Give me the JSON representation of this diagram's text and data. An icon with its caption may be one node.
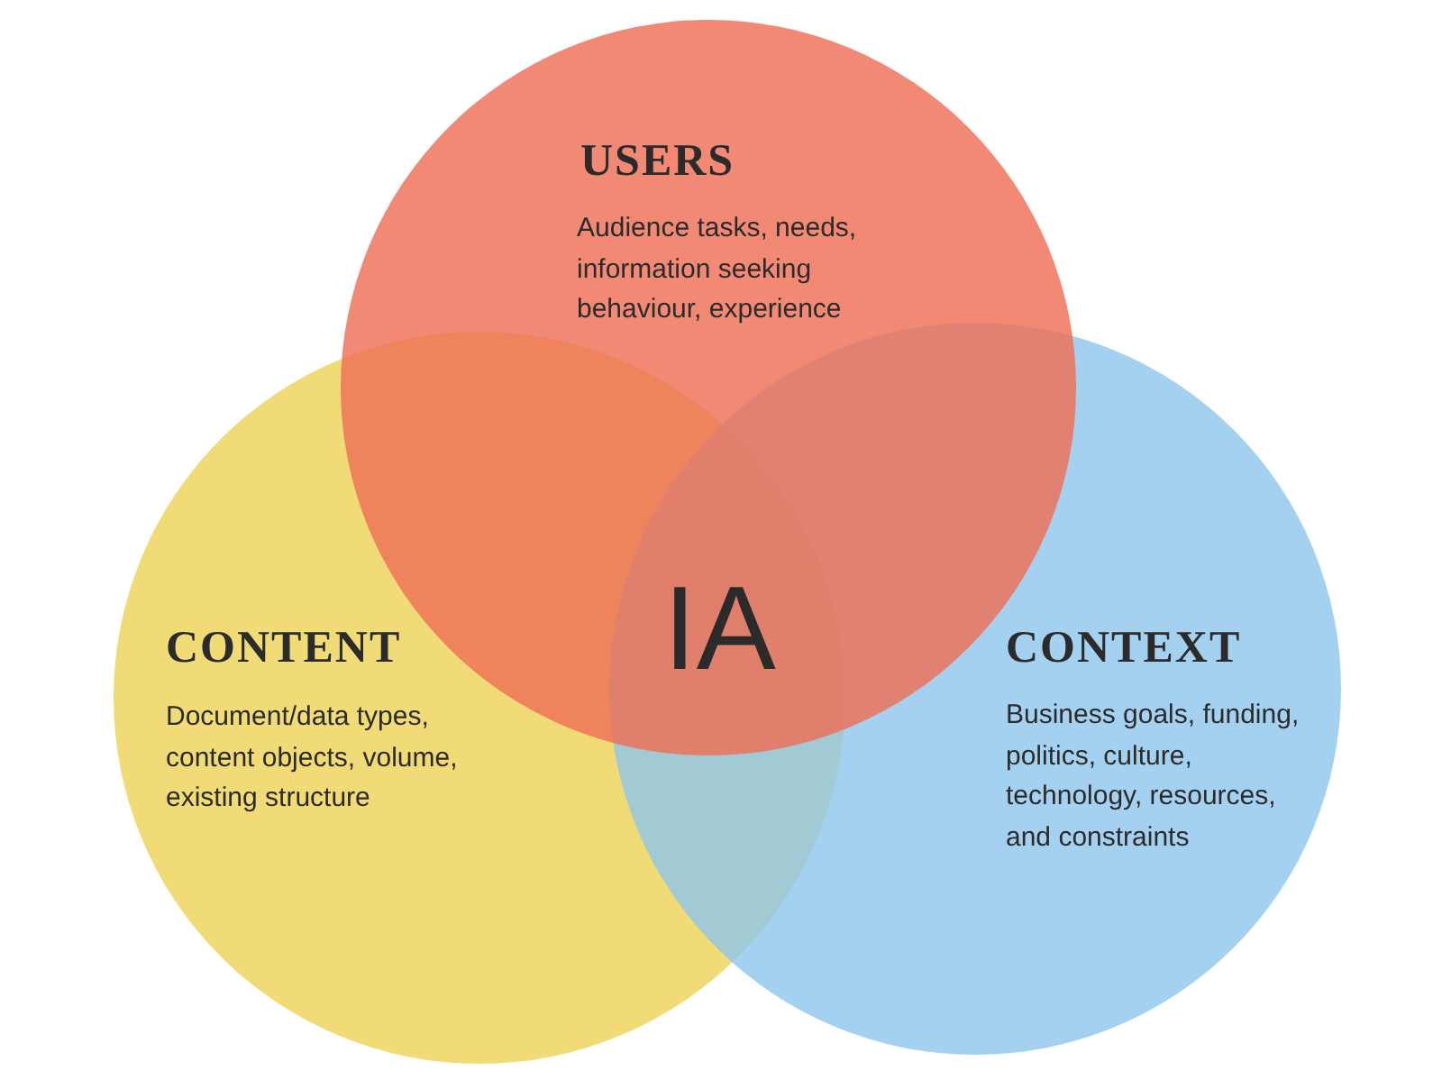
{
  "diagram": {
    "nodes": [
      {
        "text": [
          "USERS",
          "Audience tasks, needs, information seeking behaviour, experience"
        ]
      },
      {
        "text": [
          "CONTENT",
          "Document/data types, content objects, volume, existing structure"
        ]
      },
      {
        "text": [
          "CONTEXT",
          "Business goals, funding, politics, culture, technology, resources, and constraints"
        ]
      }
    ],
    "edges": [],
    "labels": [
      "IA"
    ]
  }
}
